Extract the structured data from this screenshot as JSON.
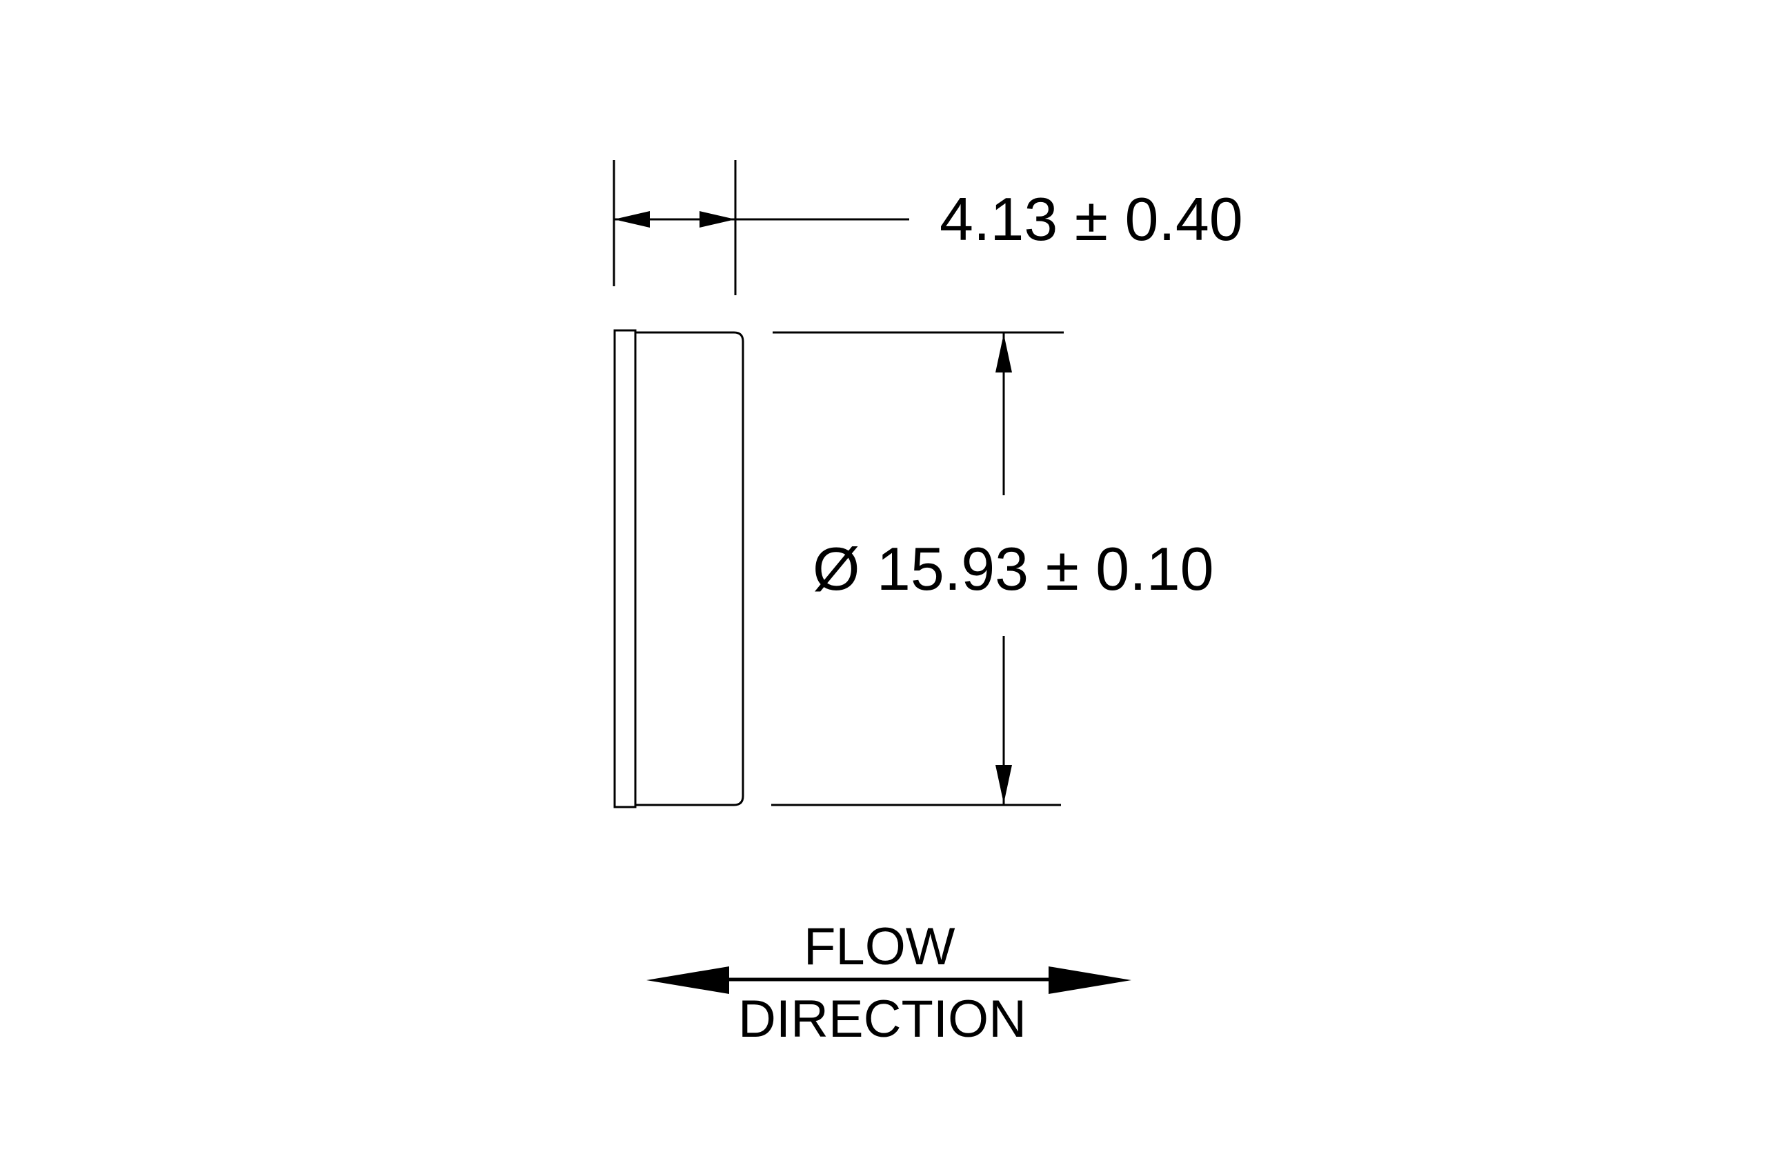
{
  "dimensions": {
    "thickness": "4.13 ± 0.40",
    "diameter": "Ø 15.93 ± 0.10"
  },
  "flow": {
    "line1": "FLOW",
    "line2": "DIRECTION"
  },
  "colors": {
    "ink": "#000000",
    "background": "#ffffff"
  }
}
